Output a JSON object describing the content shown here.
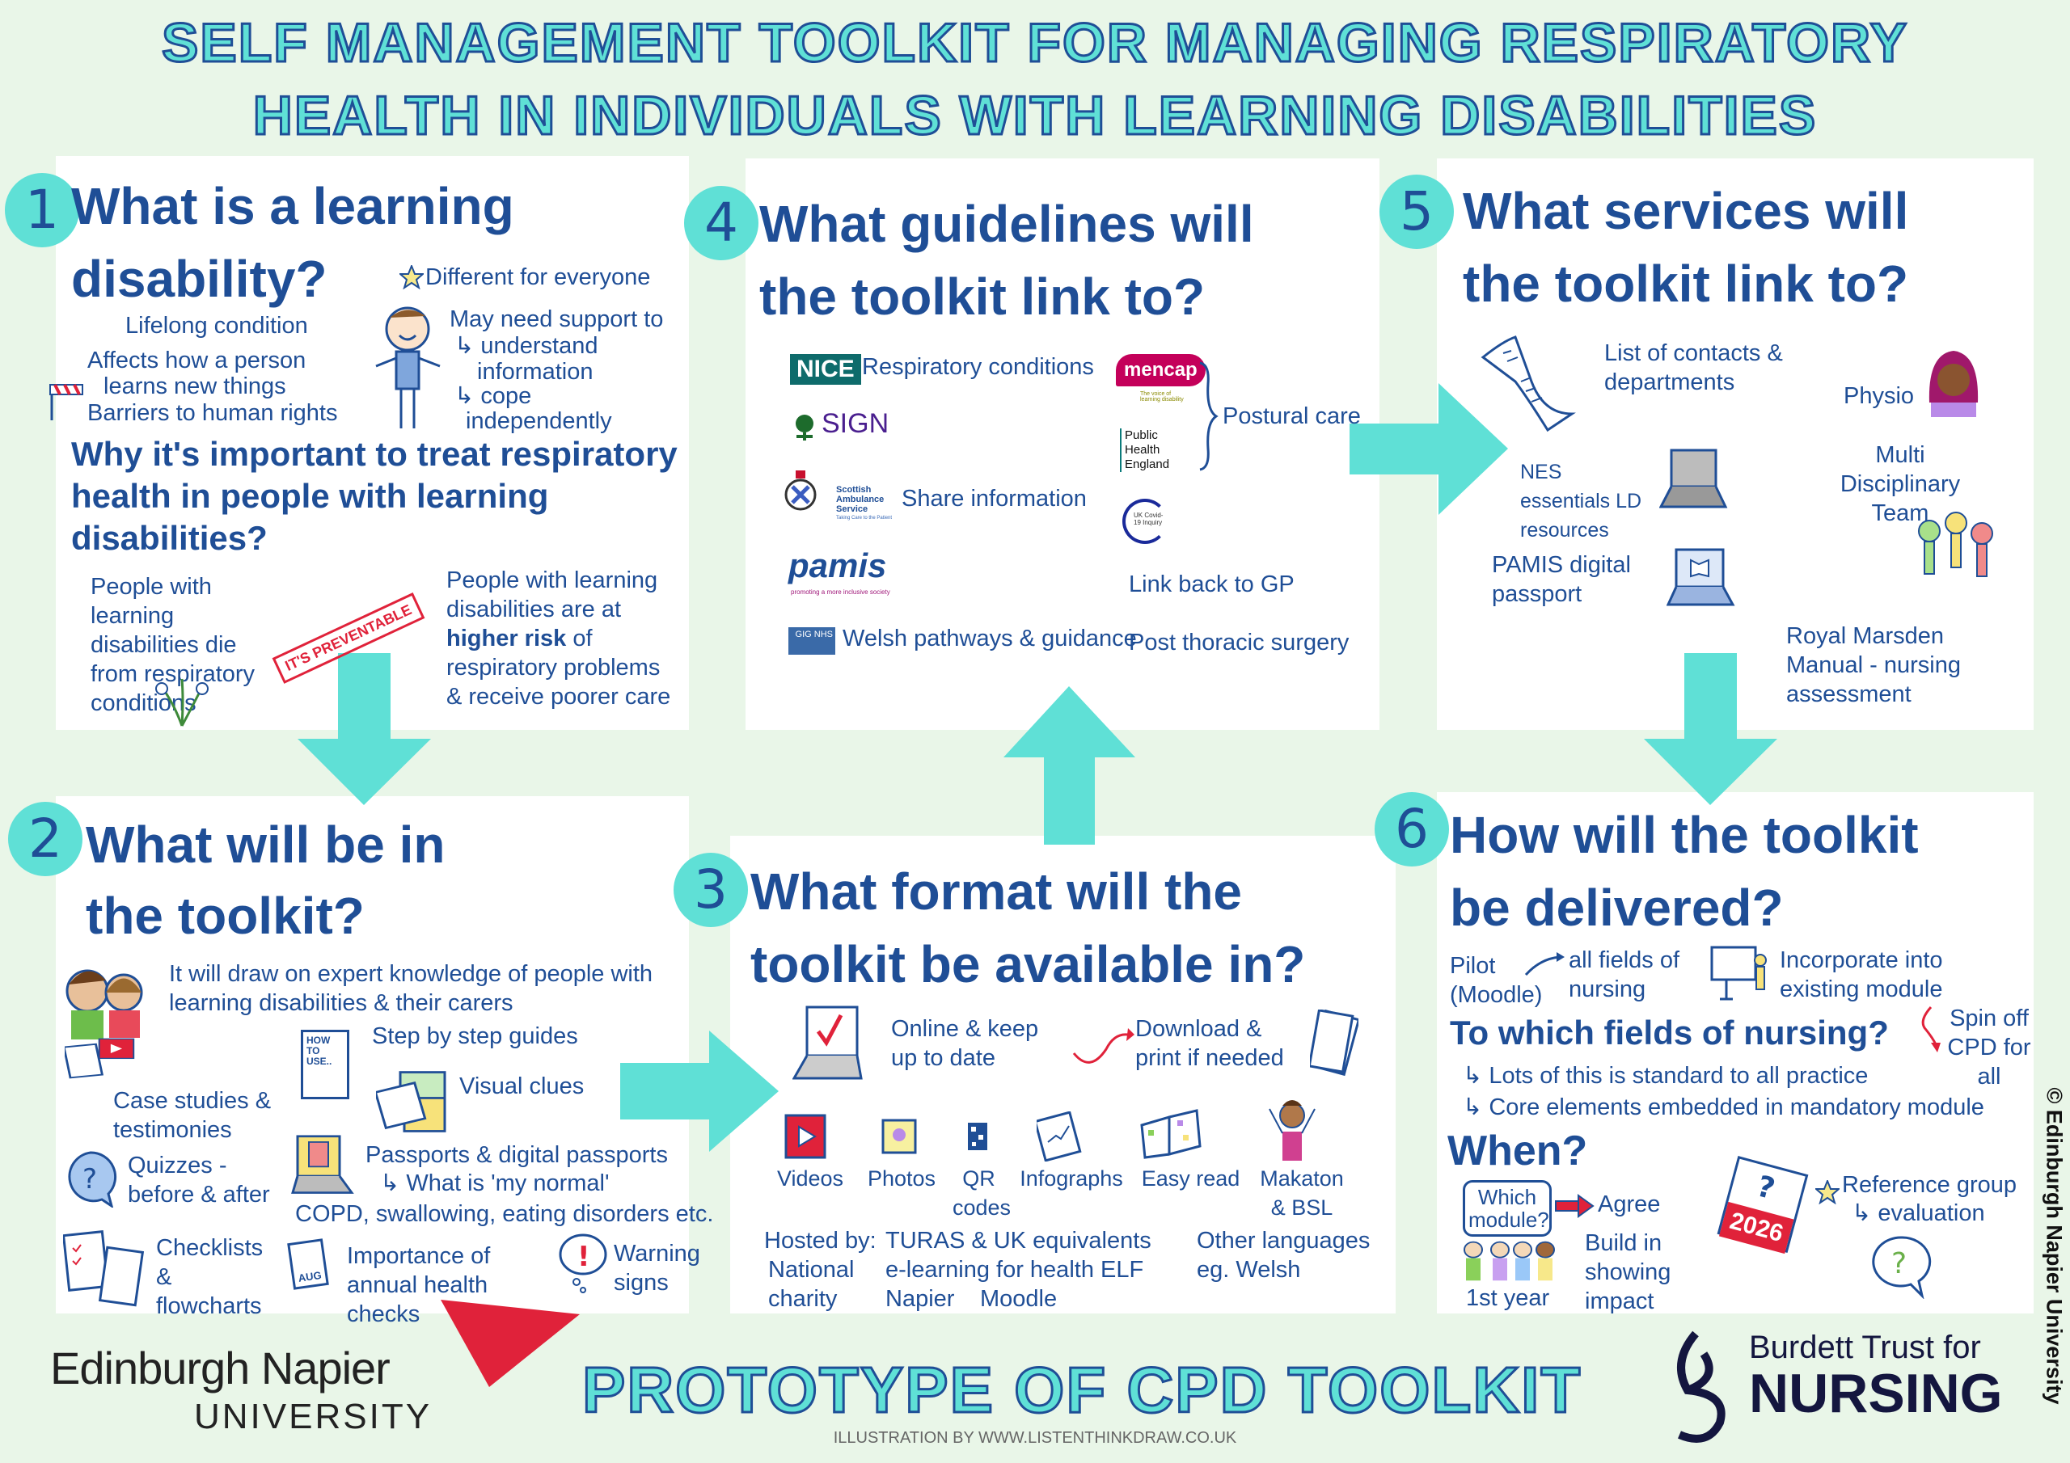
{
  "title": {
    "line1": "SELF MANAGEMENT TOOLKIT FOR MANAGING RESPIRATORY",
    "line2": "HEALTH IN INDIVIDUALS WITH LEARNING DISABILITIES"
  },
  "colors": {
    "teal": "#5fe0d6",
    "navy": "#1f4e96",
    "red": "#e0223a",
    "background": "#e9f6e8"
  },
  "panel1": {
    "number": "1",
    "heading1": "What is a learning",
    "heading2": "disability?",
    "different": "Different for everyone",
    "lifelong": "Lifelong condition",
    "affects1": "Affects how a person",
    "affects2": "learns new things",
    "barriers": "Barriers to human rights",
    "support": "May need support to",
    "support_a": "↳ understand",
    "support_a2": "information",
    "support_b": "↳ cope",
    "support_b2": "independently",
    "why": "Why it's important to treat respiratory health in people with learning disabilities?",
    "die": "People with learning disabilities die from respiratory conditions",
    "stamp": "IT'S PREVENTABLE",
    "risk_pre": "People with learning disabilities are at",
    "risk_bold": "higher risk",
    "risk_post": "of respiratory problems & receive poorer care"
  },
  "panel2": {
    "number": "2",
    "heading1": "What will be in",
    "heading2": "the toolkit?",
    "expert": "It will draw on expert knowledge of people with learning disabilities & their carers",
    "howto": "HOW TO USE..",
    "steps": "Step by step guides",
    "case": "Case studies & testimonies",
    "visual": "Visual clues",
    "quizzes": "Quizzes - before & after",
    "passports": "Passports & digital passports",
    "normal": "↳ What is 'my normal'",
    "copd": "COPD, swallowing, eating disorders etc.",
    "checklists": "Checklists & flowcharts",
    "cal": "AUG",
    "annual": "Importance of annual health checks",
    "warning": "Warning signs"
  },
  "panel3": {
    "number": "3",
    "heading1": "What format will the",
    "heading2": "toolkit be available in?",
    "online": "Online & keep up to date",
    "download": "Download & print if needed",
    "formats": [
      "Videos",
      "Photos",
      "QR codes",
      "Infographs",
      "Easy read",
      "Makaton & BSL"
    ],
    "hosted": "Hosted by:",
    "national": "National charity",
    "turas": "TURAS & UK equivalents",
    "elf": "e-learning for health ELF",
    "napier": "Napier",
    "moodle": "Moodle",
    "languages": "Other languages eg. Welsh"
  },
  "panel4": {
    "number": "4",
    "heading1": "What guidelines will",
    "heading2": "the toolkit link to?",
    "nice": "NICE",
    "respiratory": "Respiratory conditions",
    "sign": "SIGN",
    "sas": "Scottish Ambulance Service",
    "sas_tag": "Taking Care to the Patient",
    "share": "Share information",
    "pamis": "pamis",
    "pamis_tag": "promoting a more inclusive society",
    "wales": "GIG NHS",
    "welsh": "Welsh pathways & guidance",
    "mencap": "mencap",
    "mencap_tag": "The voice of learning disability",
    "phe": "Public Health England",
    "postural": "Postural care",
    "covid": "UK Covid-19 Inquiry",
    "gp": "Link back to GP",
    "thoracic": "Post thoracic surgery"
  },
  "panel5": {
    "number": "5",
    "heading1": "What services will",
    "heading2": "the toolkit link to?",
    "contacts": "List of contacts & departments",
    "physio": "Physio",
    "nes": "NES essentials LD resources",
    "mdt": "Multi Disciplinary Team",
    "pamis": "PAMIS digital passport",
    "marsden": "Royal Marsden Manual - nursing assessment"
  },
  "panel6": {
    "number": "6",
    "heading1": "How will the toolkit",
    "heading2": "be delivered?",
    "pilot": "Pilot (Moodle)",
    "allfields": "all fields of nursing",
    "incorporate": "Incorporate into existing module",
    "which_fields": "To which fields of nursing?",
    "spin": "Spin off CPD for all",
    "lots": "↳ Lots of this is standard to all practice",
    "core": "↳ Core elements embedded in mandatory module",
    "when": "When?",
    "which_module": "Which module?",
    "agree": "Agree",
    "first_year": "1st year",
    "build": "Build in showing impact",
    "year": "2026",
    "reference": "Reference group",
    "evaluation": "↳ evaluation"
  },
  "footer": {
    "uni1": "Edinburgh Napier",
    "uni2": "UNIVERSITY",
    "prototype": "PROTOTYPE OF CPD TOOLKIT",
    "illustration": "ILLUSTRATION BY WWW.LISTENTHINKDRAW.CO.UK",
    "burdett1": "Burdett Trust for",
    "burdett2": "NURSING",
    "copyright": "© Edinburgh Napier University"
  }
}
